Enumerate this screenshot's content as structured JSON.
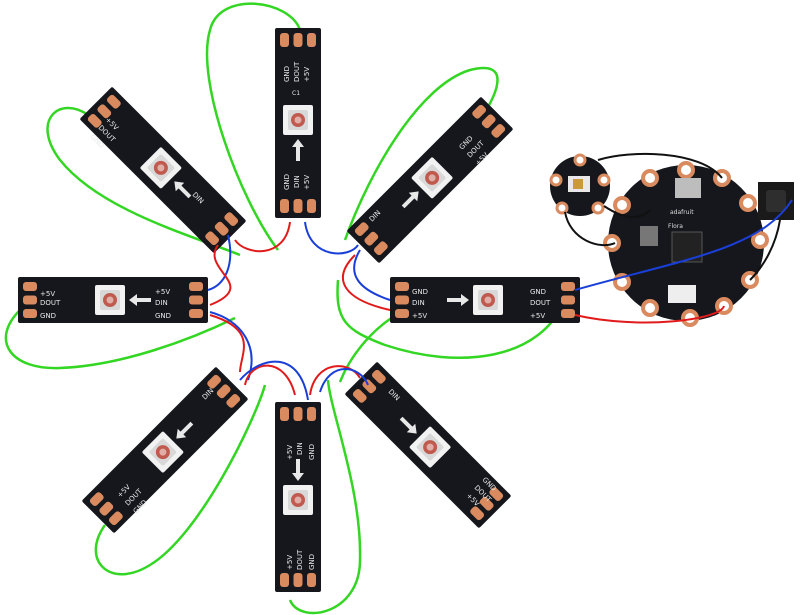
{
  "strip_labels": {
    "gnd": "GND",
    "dout": "DOUT",
    "v5": "+5V",
    "din": "DIN",
    "cap": "C1"
  },
  "controller": {
    "brand": "adafruit",
    "name": "Flora"
  },
  "colors": {
    "pcb": "#15171c",
    "pad": "#d98a5e",
    "wire_red": "#e11b1b",
    "wire_blue": "#1a3fd8",
    "wire_green": "#33d622",
    "wire_black": "#111111"
  }
}
